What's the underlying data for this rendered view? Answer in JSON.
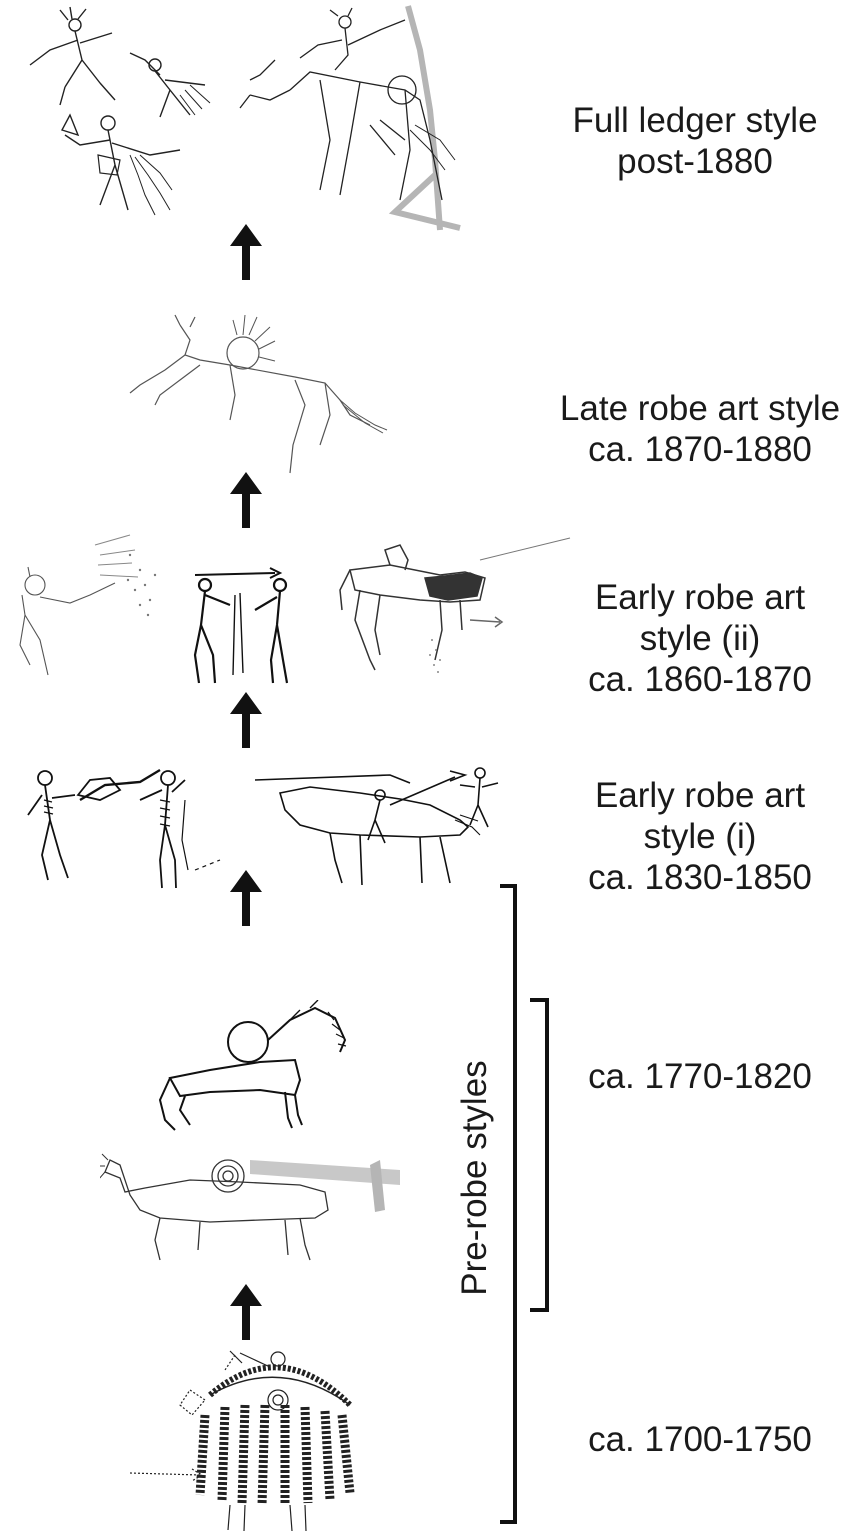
{
  "stages": [
    {
      "id": "full-ledger",
      "lines": [
        "Full ledger style",
        "post-1880"
      ]
    },
    {
      "id": "late-robe",
      "lines": [
        "Late robe art style",
        "ca. 1870-1880"
      ]
    },
    {
      "id": "early-robe-ii",
      "lines": [
        "Early robe art",
        "style (ii)",
        "ca. 1860-1870"
      ]
    },
    {
      "id": "early-robe-i",
      "lines": [
        "Early robe art",
        "style (i)",
        "ca. 1830-1850"
      ]
    },
    {
      "id": "pre-robe-1770",
      "lines": [
        "ca. 1770-1820"
      ]
    },
    {
      "id": "pre-robe-1700",
      "lines": [
        "ca. 1700-1750"
      ]
    }
  ],
  "bracket_label": "Pre-robe styles",
  "colors": {
    "ink": "#1a1a1a",
    "gray": "#b5b5b5"
  }
}
